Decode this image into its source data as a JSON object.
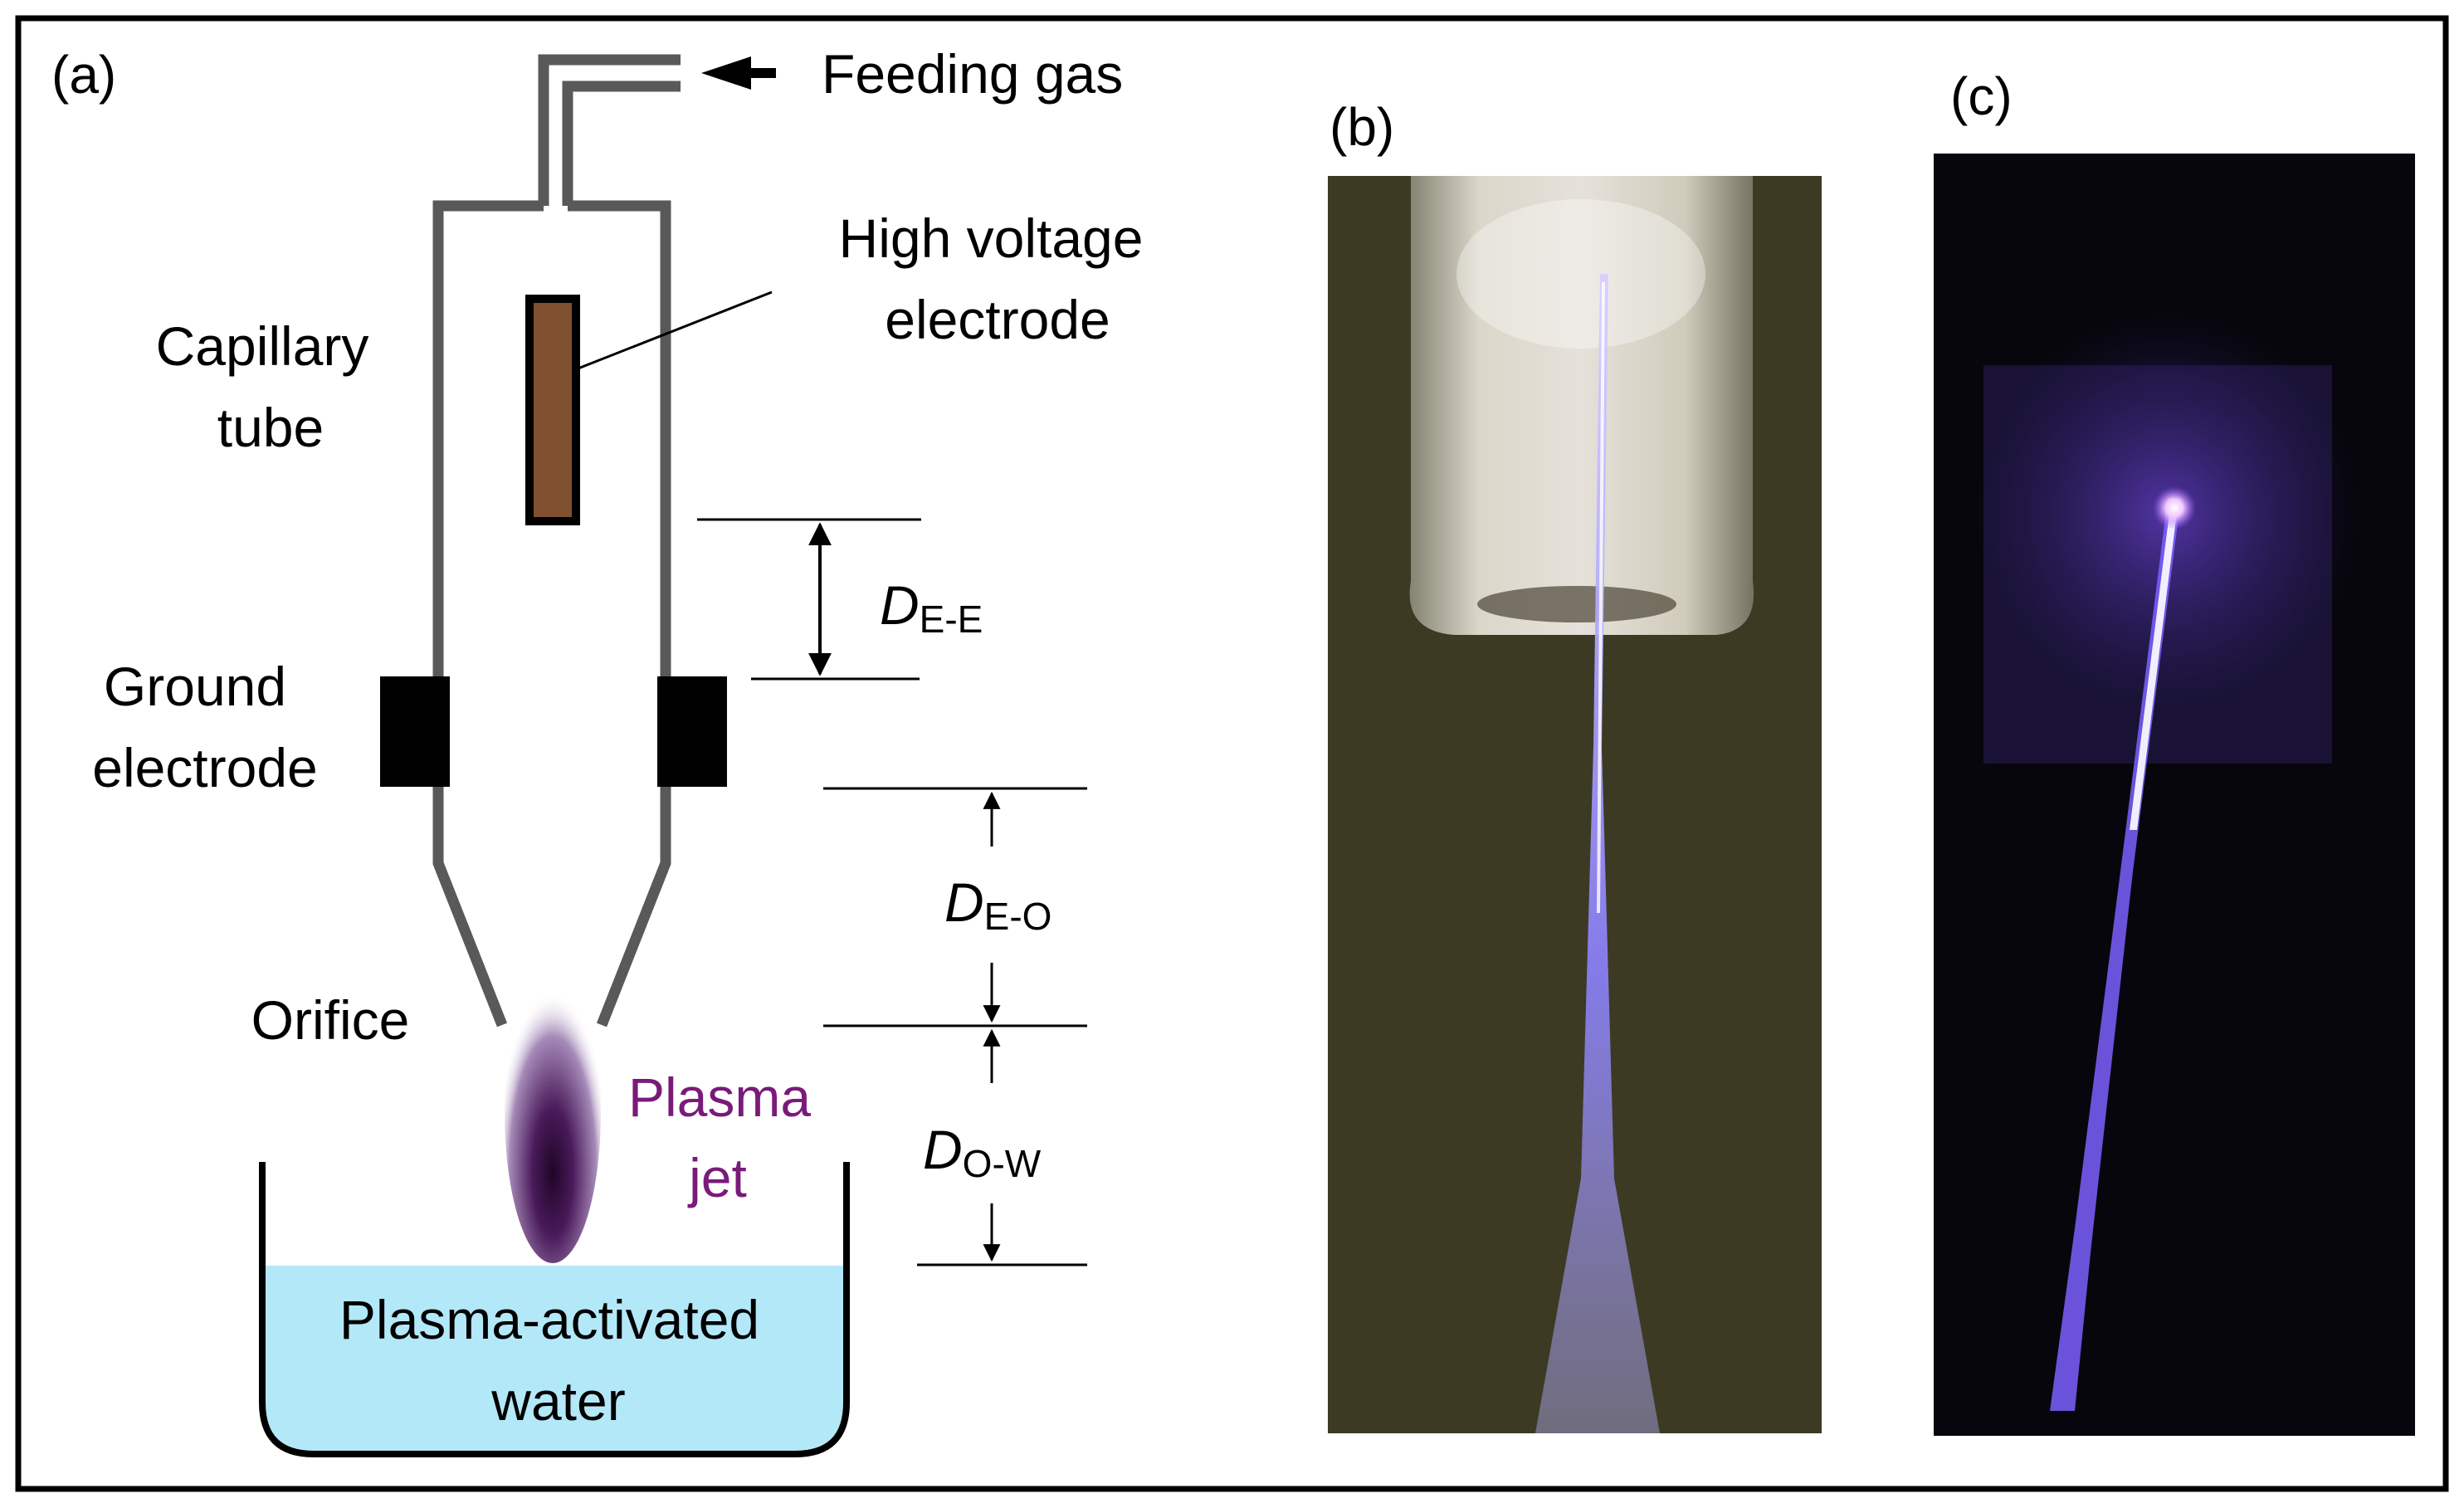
{
  "panels": {
    "a": "(a)",
    "b": "(b)",
    "c": "(c)"
  },
  "labels": {
    "feeding_gas": "Feeding gas",
    "hv_electrode_line1": "High voltage",
    "hv_electrode_line2": "electrode",
    "capillary_line1": "Capillary",
    "capillary_line2": "tube",
    "ground_line1": "Ground",
    "ground_line2": "electrode",
    "orifice": "Orifice",
    "plasma_line1": "Plasma",
    "plasma_line2": "jet",
    "water_line1": "Plasma-activated",
    "water_line2": "water"
  },
  "dimensions": {
    "d_letter": "D",
    "ee_sub": "E-E",
    "eo_sub": "E-O",
    "ow_sub": "O-W"
  },
  "colors": {
    "tube": "#595959",
    "hv_electrode": "#7f4f2f",
    "ground_electrode": "#000000",
    "water": "#b3e8f8",
    "plasma_text": "#7a1a7a",
    "plasma_core": "#2a0a30",
    "photo_b_bg": "#3d3a24",
    "photo_c_bg": "#07060d",
    "jet": "#9a8cff"
  }
}
